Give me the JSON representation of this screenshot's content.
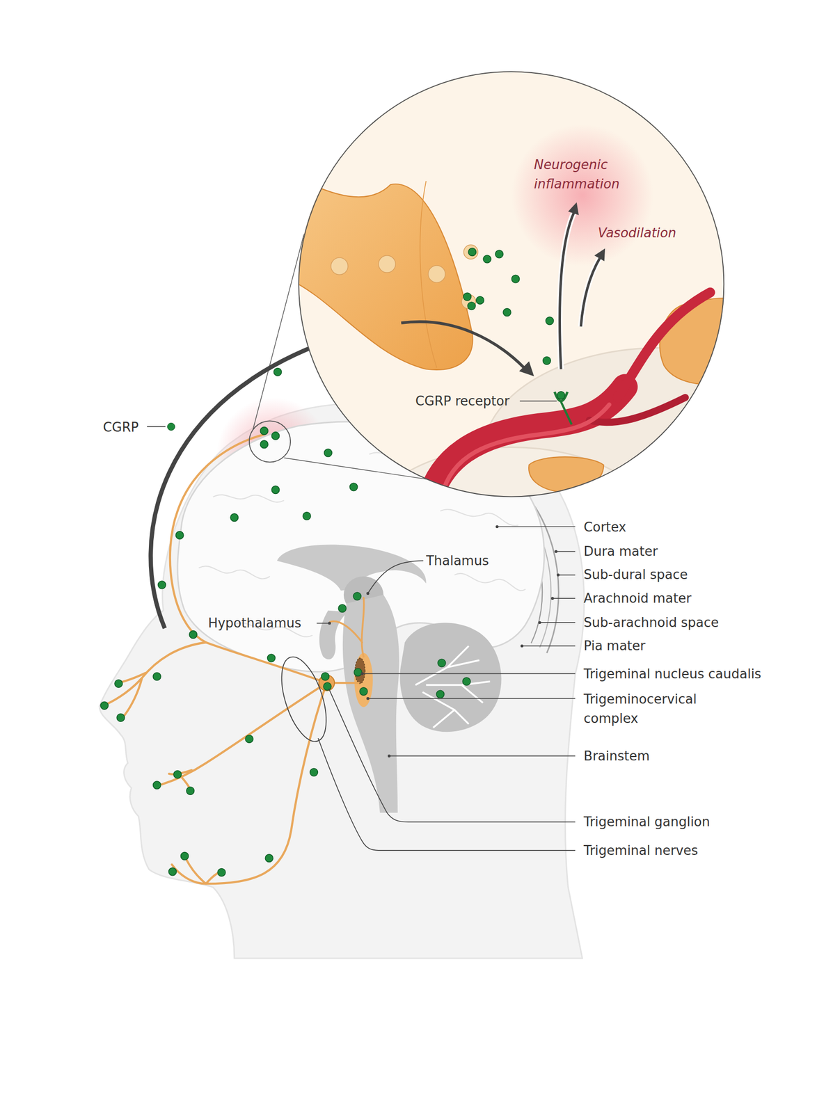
{
  "diagram": {
    "nodes": [
      {
        "text": [
          "Neurogenic inflammation",
          "Vasodilation",
          "CGRP receptor"
        ]
      }
    ],
    "labels": [
      "Thalamus",
      "Hypothalamus",
      "Cortex",
      "Dura mater",
      "Sub-dural space",
      "Arachnoid mater",
      "Sub-arachnoid space",
      "Pia mater",
      "Trigeminal nucleus caudalis",
      "Trigeminocervical complex",
      "Brainstem",
      "Trigeminal ganglion",
      "Trigeminal nerves"
    ],
    "legend": [
      {
        "text": "CGRP",
        "color": "#1f8a3c"
      }
    ]
  }
}
